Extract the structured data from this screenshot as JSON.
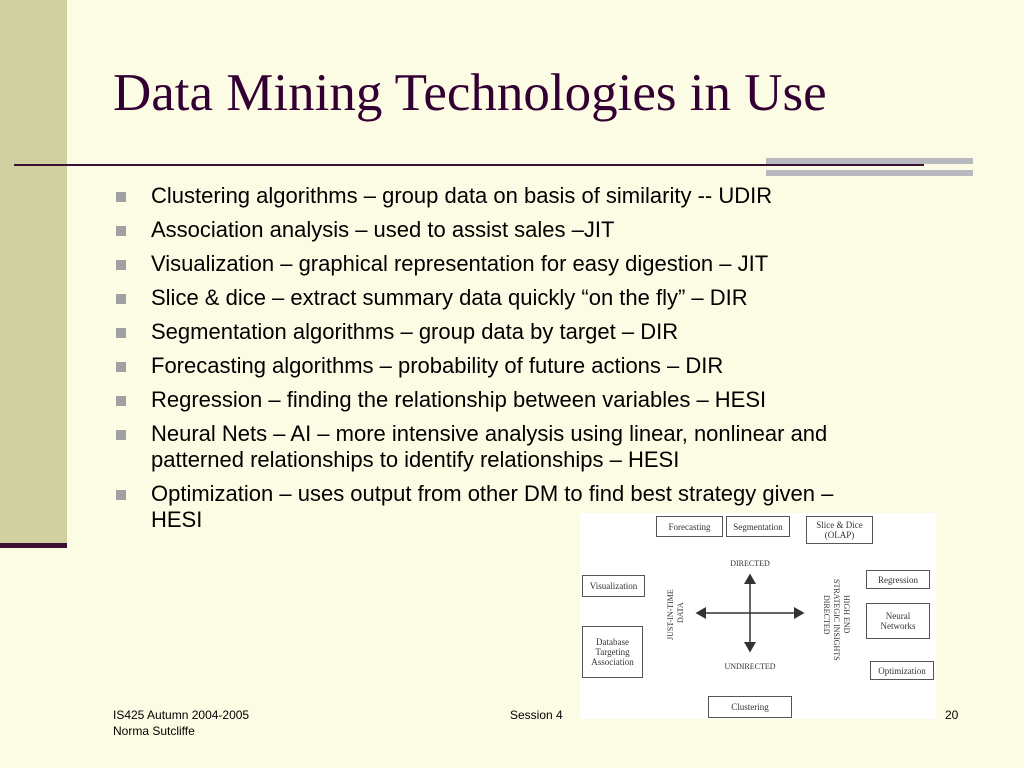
{
  "slide": {
    "title": "Data Mining Technologies in Use",
    "bullets": [
      {
        "line1": "Clustering algorithms – group data on basis of similarity -- UDIR",
        "line2": ""
      },
      {
        "line1": "Association analysis – used to assist sales –JIT",
        "line2": ""
      },
      {
        "line1": "Visualization – graphical representation for easy digestion – JIT",
        "line2": ""
      },
      {
        "line1": "Slice & dice – extract summary data quickly “on the fly” – DIR",
        "line2": ""
      },
      {
        "line1": "Segmentation algorithms – group data by target  – DIR",
        "line2": ""
      },
      {
        "line1": "Forecasting algorithms – probability of future actions – DIR",
        "line2": ""
      },
      {
        "line1": "Regression – finding the relationship between variables – HESI",
        "line2": ""
      },
      {
        "line1": "Neural Nets – AI – more intensive analysis using linear, nonlinear and",
        "line2": "patterned relationships to identify relationships – HESI"
      },
      {
        "line1": "Optimization – uses output from other DM to find best strategy given –",
        "line2": "HESI"
      }
    ]
  },
  "diagram": {
    "forecasting": "Forecasting",
    "segmentation": "Segmentation",
    "slice_dice_1": "Slice & Dice",
    "slice_dice_2": "(OLAP)",
    "visualization": "Visualization",
    "regression": "Regression",
    "neural_1": "Neural",
    "neural_2": "Networks",
    "db_1": "Database",
    "db_2": "Targeting",
    "db_3": "Association",
    "optimization": "Optimization",
    "clustering": "Clustering",
    "directed": "DIRECTED",
    "undirected": "UNDIRECTED",
    "jit_1": "JUST-IN-TIME",
    "jit_2": "DATA",
    "hesi_1": "HIGH END",
    "hesi_2": "STRATEGIC INSIGHTS",
    "hesi_3": "DIRECTED"
  },
  "footer": {
    "course": "IS425 Autumn 2004-2005",
    "author": "Norma Sutcliffe",
    "session": "Session 4",
    "page_number": "20"
  }
}
